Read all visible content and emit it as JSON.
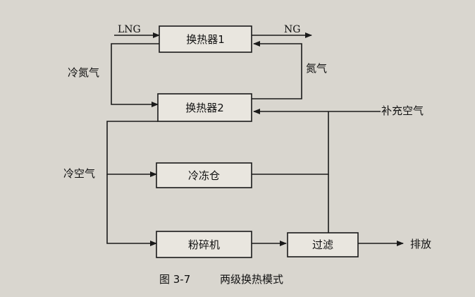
{
  "boxes": {
    "hx1": "换热器1",
    "hx2": "换热器2",
    "freezer": "冷冻仓",
    "crusher": "粉碎机",
    "filter": "过滤"
  },
  "flows": {
    "lng": "LNG",
    "ng": "NG",
    "cold_nitrogen": "冷氮气",
    "nitrogen": "氮气",
    "makeup_air": "补充空气",
    "cold_air": "冷空气",
    "exhaust": "排放"
  },
  "caption": {
    "number": "图 3-7",
    "title": "两级换热模式"
  }
}
